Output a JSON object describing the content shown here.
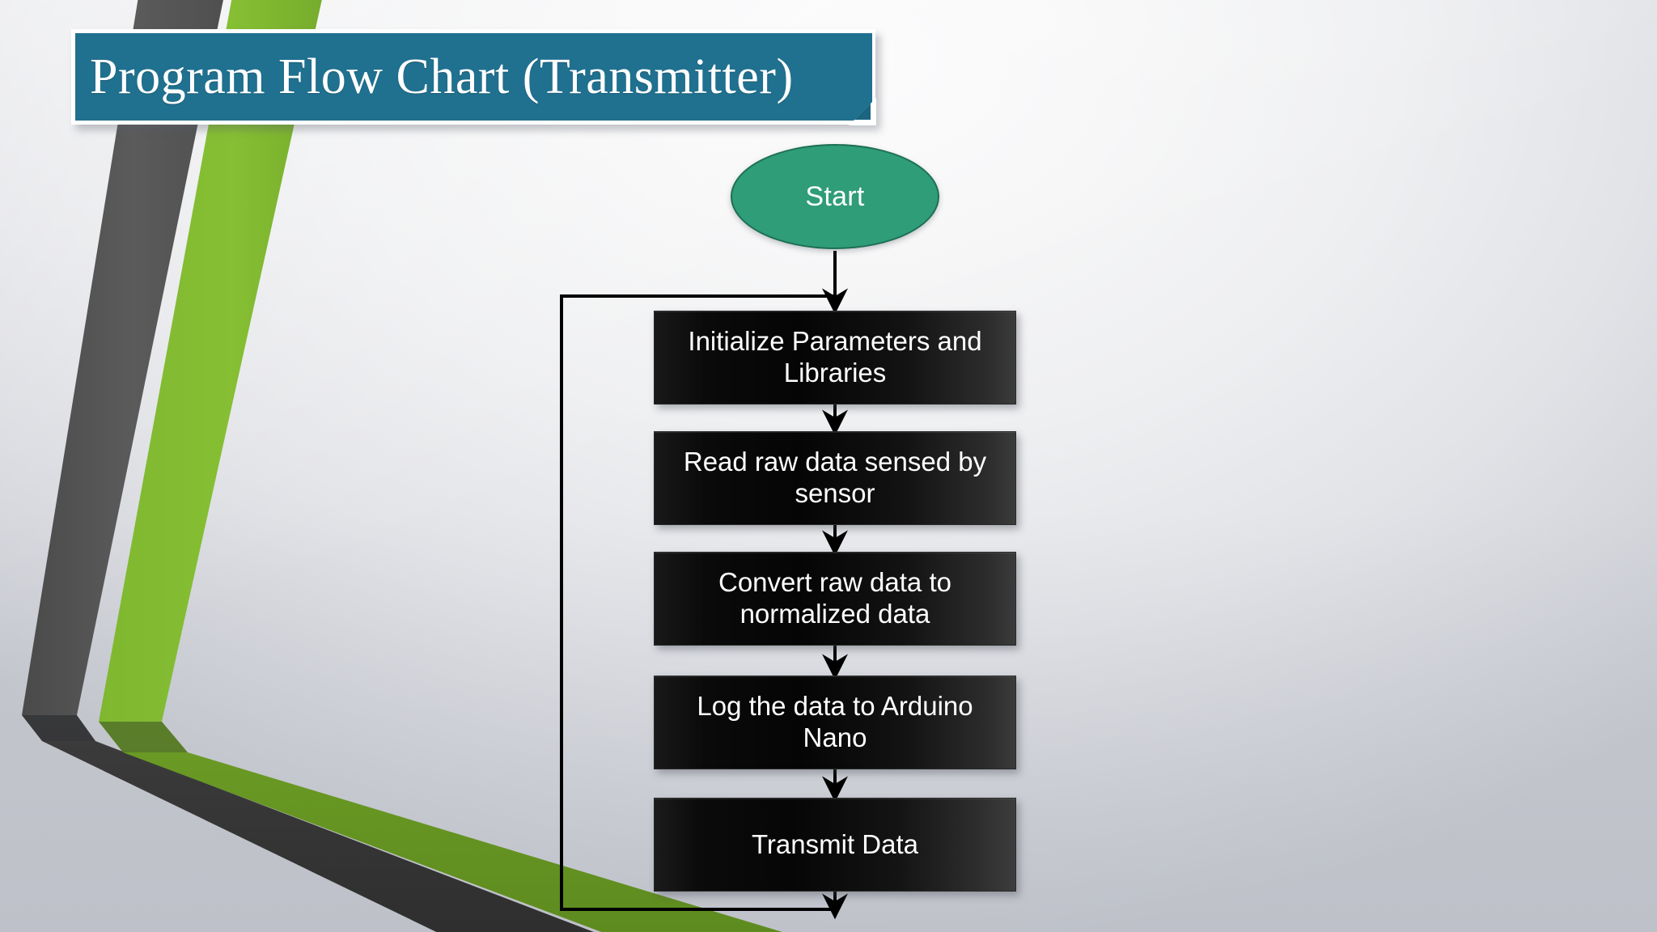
{
  "slide": {
    "title": "Program Flow Chart (Transmitter)",
    "theme_colors": {
      "banner": "#20708f",
      "accent_green": "#7db72f",
      "accent_gray": "#565656",
      "start_node": "#2e9d78",
      "process_node": "#0a0a0a",
      "background": "#eeeff1",
      "connector": "#000000"
    }
  },
  "chart_data": {
    "type": "flowchart",
    "title": "Program Flow Chart (Transmitter)",
    "orientation": "top-to-bottom",
    "nodes": [
      {
        "id": "start",
        "shape": "ellipse",
        "label": "Start"
      },
      {
        "id": "init",
        "shape": "rectangle",
        "label": "Initialize Parameters and Libraries"
      },
      {
        "id": "read",
        "shape": "rectangle",
        "label": "Read raw data sensed by sensor"
      },
      {
        "id": "convert",
        "shape": "rectangle",
        "label": "Convert raw data to normalized data"
      },
      {
        "id": "log",
        "shape": "rectangle",
        "label": "Log the data to Arduino Nano"
      },
      {
        "id": "transmit",
        "shape": "rectangle",
        "label": "Transmit Data"
      }
    ],
    "edges": [
      {
        "from": "start",
        "to": "init",
        "label": ""
      },
      {
        "from": "init",
        "to": "read",
        "label": ""
      },
      {
        "from": "read",
        "to": "convert",
        "label": ""
      },
      {
        "from": "convert",
        "to": "log",
        "label": ""
      },
      {
        "from": "log",
        "to": "transmit",
        "label": ""
      },
      {
        "from": "transmit",
        "to": "init",
        "label": "",
        "kind": "feedback-loop"
      }
    ]
  },
  "nodes": {
    "start": {
      "label": "Start"
    },
    "init": {
      "line1": "Initialize Parameters and",
      "line2": "Libraries"
    },
    "read": {
      "line1": "Read raw data sensed by",
      "line2": "sensor"
    },
    "convert": {
      "line1": "Convert raw data to",
      "line2": "normalized data"
    },
    "log": {
      "line1": "Log the data to Arduino",
      "line2": "Nano"
    },
    "transmit": {
      "line1": "Transmit Data",
      "line2": ""
    }
  }
}
